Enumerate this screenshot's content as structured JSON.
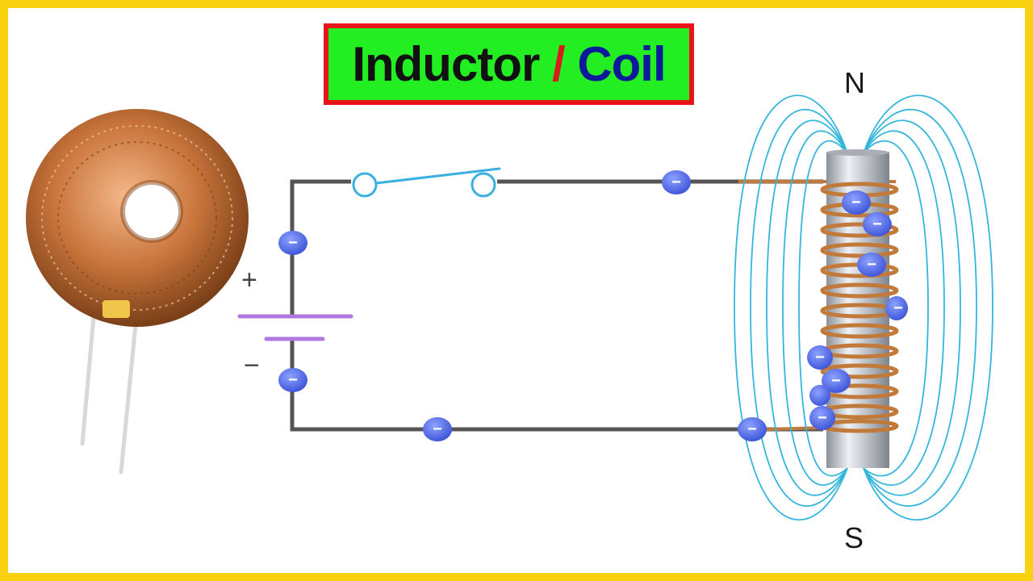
{
  "title": {
    "word1": "Inductor",
    "slash": "/",
    "word2": "Coil"
  },
  "poles": {
    "north": "N",
    "south": "S"
  },
  "battery": {
    "positive": "+",
    "negative": "−"
  },
  "electron_sign": "−",
  "colors": {
    "frame": "#f9d20f",
    "title_border": "#e8141a",
    "title_background": "#22ee22",
    "title_word1": "#111111",
    "title_slash": "#d81b1b",
    "title_word2": "#0d1a9a",
    "wire": "#555555",
    "switch": "#3bb0e0",
    "battery_plate": "#b078e0",
    "electron": "#4a62e0",
    "field_line": "#35b6dc",
    "copper": "#c27a3a",
    "core": "#b8bcc4"
  }
}
